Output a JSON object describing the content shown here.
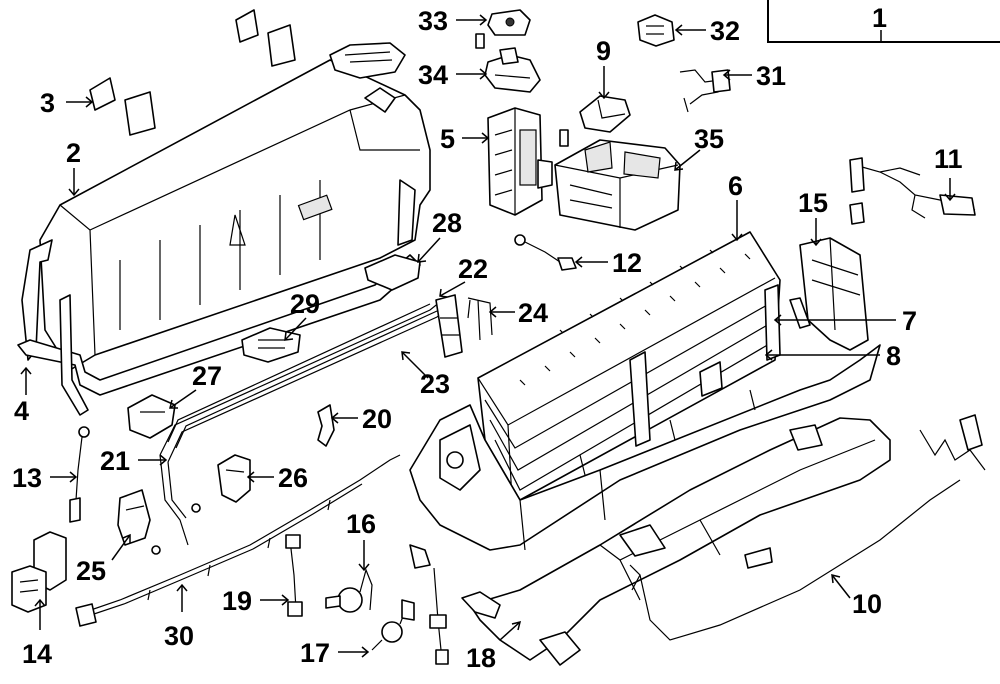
{
  "assembly_label": "1",
  "callouts": {
    "c2": "2",
    "c3": "3",
    "c4": "4",
    "c5": "5",
    "c6": "6",
    "c7": "7",
    "c8": "8",
    "c9": "9",
    "c10": "10",
    "c11": "11",
    "c12": "12",
    "c13": "13",
    "c14": "14",
    "c15": "15",
    "c16": "16",
    "c17": "17",
    "c18": "18",
    "c19": "19",
    "c20": "20",
    "c21": "21",
    "c22": "22",
    "c23": "23",
    "c24": "24",
    "c25": "25",
    "c26": "26",
    "c27": "27",
    "c28": "28",
    "c29": "29",
    "c30": "30",
    "c31": "31",
    "c32": "32",
    "c33": "33",
    "c34": "34",
    "c35": "35"
  }
}
